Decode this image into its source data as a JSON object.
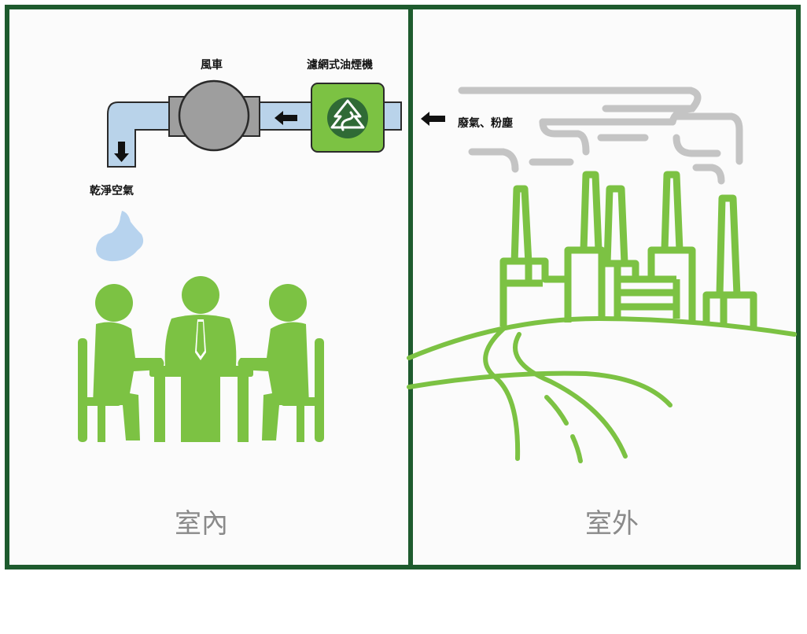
{
  "labels": {
    "fan": "風車",
    "filter": "濾網式油煙機",
    "clean_air": "乾淨空氣",
    "exhaust": "廢氣、粉塵"
  },
  "captions": {
    "indoor": "室內",
    "outdoor": "室外"
  },
  "colors": {
    "frame": "#1e5b2e",
    "green": "#7cc243",
    "duct": "#b9d3ea",
    "fan_gray": "#9e9e9e",
    "smoke": "#c4c4c4",
    "water": "#b7d3ee",
    "caption": "#8a8a8a"
  },
  "icons": [
    "filter-tree-icon",
    "arrow-left-icon",
    "arrow-down-icon"
  ]
}
